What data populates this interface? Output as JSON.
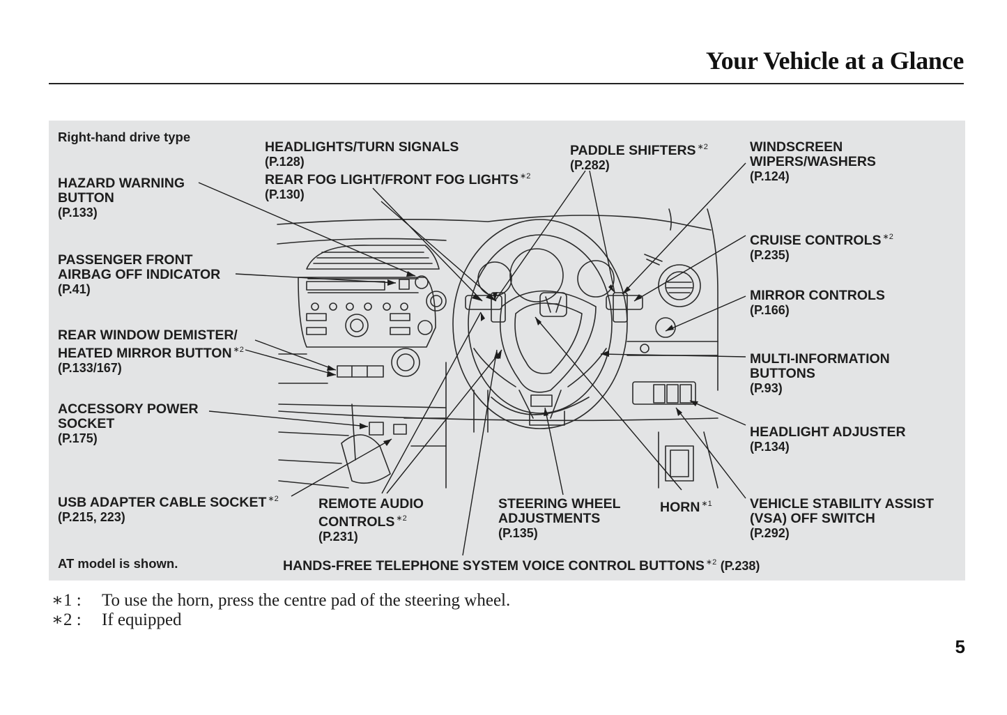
{
  "header": {
    "title": "Your Vehicle at a Glance"
  },
  "diagram": {
    "drive_type_note": "Right-hand drive type",
    "model_note": "AT model is shown.",
    "labels": {
      "hazard": {
        "line1": "HAZARD WARNING",
        "line2": "BUTTON",
        "ref": "(P.133)"
      },
      "passenger_airbag": {
        "line1": "PASSENGER FRONT",
        "line2": "AIRBAG OFF INDICATOR",
        "ref": "(P.41)"
      },
      "rear_window": {
        "line1": "REAR WINDOW DEMISTER/",
        "line2": "HEATED MIRROR BUTTON",
        "mark": "∗2",
        "ref": "(P.133/167)"
      },
      "accessory_power": {
        "line1": "ACCESSORY POWER",
        "line2": "SOCKET",
        "ref": "(P.175)"
      },
      "usb": {
        "line1": "USB ADAPTER CABLE SOCKET",
        "mark": "∗2",
        "ref": "(P.215, 223)"
      },
      "headlights": {
        "line1": "HEADLIGHTS/TURN SIGNALS",
        "ref": "(P.128)"
      },
      "rear_fog": {
        "line1": "REAR FOG LIGHT/FRONT FOG LIGHTS",
        "mark": "∗2",
        "ref": "(P.130)"
      },
      "paddle": {
        "line1": "PADDLE SHIFTERS",
        "mark": "∗2",
        "ref": "(P.282)"
      },
      "wipers": {
        "line1": "WINDSCREEN",
        "line2": "WIPERS/WASHERS",
        "ref": "(P.124)"
      },
      "cruise": {
        "line1": "CRUISE CONTROLS",
        "mark": "∗2",
        "ref": "(P.235)"
      },
      "mirror": {
        "line1": "MIRROR CONTROLS",
        "ref": "(P.166)"
      },
      "multi_info": {
        "line1": "MULTI-INFORMATION",
        "line2": "BUTTONS",
        "ref": "(P.93)"
      },
      "headlight_adj": {
        "line1": "HEADLIGHT ADJUSTER",
        "ref": "(P.134)"
      },
      "vsa": {
        "line1": "VEHICLE STABILITY ASSIST",
        "line2": "(VSA) OFF SWITCH",
        "ref": "(P.292)"
      },
      "remote_audio": {
        "line1": "REMOTE AUDIO",
        "line2": "CONTROLS",
        "mark": "∗2",
        "ref": "(P.231)"
      },
      "steering_adj": {
        "line1": "STEERING WHEEL",
        "line2": "ADJUSTMENTS",
        "ref": "(P.135)"
      },
      "horn": {
        "line1": "HORN",
        "mark": "∗1"
      },
      "hands_free": {
        "line1": "HANDS-FREE TELEPHONE SYSTEM VOICE CONTROL BUTTONS",
        "mark": "∗2",
        "ref": "(P.238)"
      }
    }
  },
  "footnotes": [
    {
      "mark": "∗1 :",
      "text": "To use the horn, press the centre pad of the steering wheel."
    },
    {
      "mark": "∗2 :",
      "text": "If equipped"
    }
  ],
  "page_number": "5"
}
